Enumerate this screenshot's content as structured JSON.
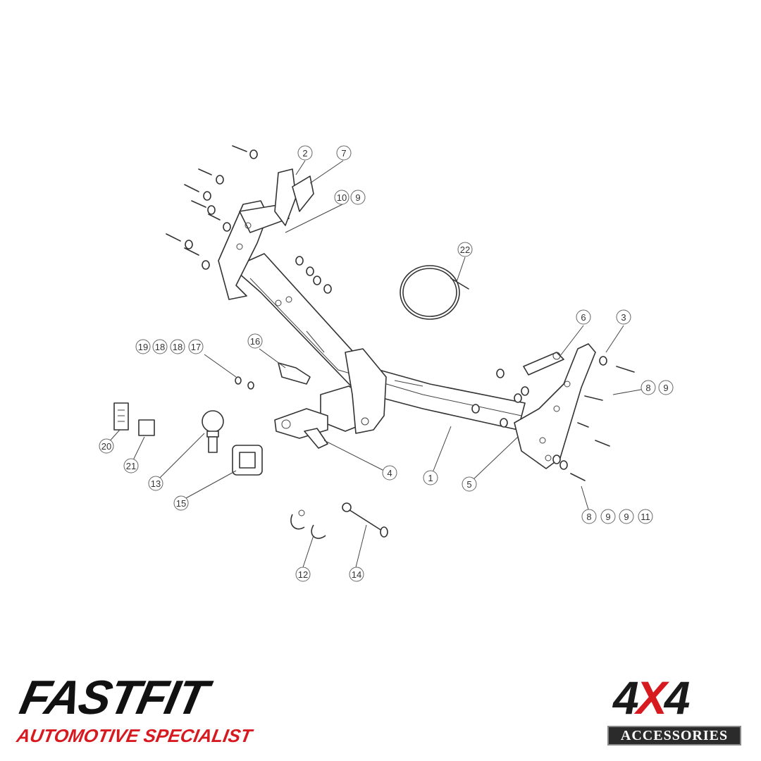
{
  "diagram": {
    "callouts": [
      "2",
      "7",
      "10",
      "9",
      "22",
      "6",
      "3",
      "8",
      "9",
      "16",
      "19",
      "18",
      "18",
      "17",
      "20",
      "21",
      "13",
      "15",
      "4",
      "1",
      "5",
      "8",
      "9",
      "9",
      "11",
      "12",
      "14"
    ]
  },
  "branding": {
    "left_logo": {
      "name": "FASTFIT",
      "tagline": "AUTOMOTIVE SPECIALIST",
      "accent_color": "#d71920"
    },
    "right_logo": {
      "mark_main": "4",
      "mark_x": "X",
      "mark_end": "4",
      "band": "ACCESSORIES",
      "accent_color": "#d71920"
    }
  }
}
